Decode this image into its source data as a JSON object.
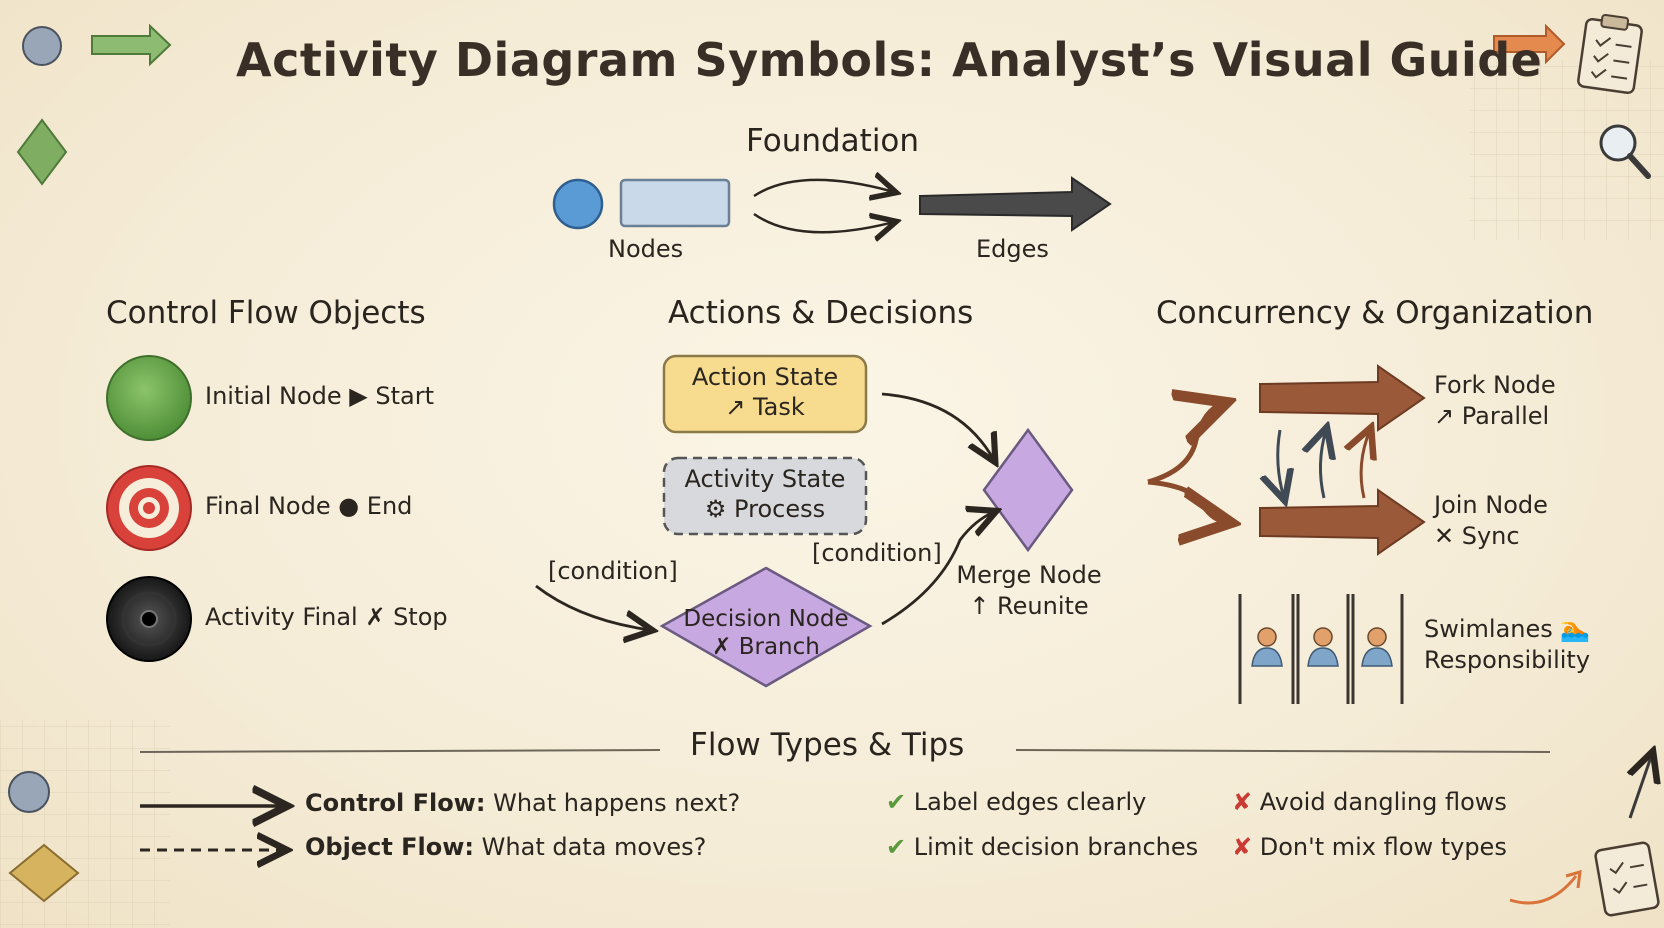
{
  "title": "Activity Diagram Symbols: Analyst’s Visual Guide",
  "foundation": {
    "heading": "Foundation",
    "nodes_label": "Nodes",
    "edges_label": "Edges"
  },
  "control_flow": {
    "heading": "Control Flow Objects",
    "items": [
      {
        "label": "Initial Node ▶ Start",
        "color": "#6aa84f"
      },
      {
        "label": "Final Node ● End",
        "color": "#d9423b"
      },
      {
        "label": "Activity Final ✗ Stop",
        "color": "#1c1c1c"
      }
    ]
  },
  "actions": {
    "heading": "Actions & Decisions",
    "action_state": {
      "line1": "Action State",
      "line2": "↗ Task"
    },
    "activity_state": {
      "line1": "Activity State",
      "line2": "⚙ Process"
    },
    "decision": {
      "line1": "Decision Node",
      "line2": "✗ Branch"
    },
    "merge": {
      "line1": "Merge Node",
      "line2": "↑ Reunite"
    },
    "condition_left": "[condition]",
    "condition_right": "[condition]"
  },
  "concurrency": {
    "heading": "Concurrency & Organization",
    "fork": {
      "line1": "Fork Node",
      "line2": "↗ Parallel"
    },
    "join": {
      "line1": "Join Node",
      "line2": "✕ Sync"
    },
    "swimlanes": {
      "line1": "Swimlanes 🏊",
      "line2": "Responsibility"
    }
  },
  "flow_types": {
    "heading": "Flow Types & Tips",
    "control": {
      "name": "Control Flow:",
      "desc": "What happens next?"
    },
    "object": {
      "name": "Object Flow:",
      "desc": "What data moves?"
    }
  },
  "tips": {
    "good": [
      "Label edges clearly",
      "Limit decision branches"
    ],
    "bad": [
      "Avoid dangling flows",
      "Don't mix flow types"
    ],
    "check_symbol": "✔",
    "cross_symbol": "✘"
  },
  "colors": {
    "action_fill": "#f7dc8f",
    "activity_fill": "#d7d9dc",
    "decision_fill": "#c7a8e0",
    "fork_arrow": "#9a5a3a",
    "node_blue": "#5b9bd5"
  }
}
